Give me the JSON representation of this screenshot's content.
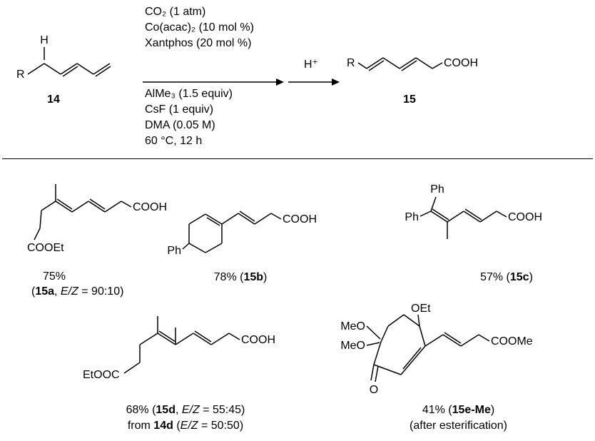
{
  "scheme": {
    "reactant": {
      "r": "R",
      "h": "H",
      "label": "14"
    },
    "arrow": {
      "above": [
        "CO₂ (1 atm)",
        "Co(acac)₂ (10 mol %)",
        "Xantphos (20 mol %)"
      ],
      "below": [
        "AlMe₃ (1.5 equiv)",
        "CsF (1 equiv)",
        "DMA (0.05 M)",
        "60 °C, 12 h"
      ]
    },
    "second_step": "H⁺",
    "product": {
      "r": "R",
      "cooh": "COOH",
      "label": "15"
    }
  },
  "scope": {
    "a": {
      "cooh": "COOH",
      "cooet": "COOEt",
      "yield": "75%",
      "open": "(",
      "id": "15a",
      "sep": ", ",
      "ez": "E/Z",
      "value": " = 90:10)"
    },
    "b": {
      "ph": "Ph",
      "cooh": "COOH",
      "prefix": "78% (",
      "id": "15b",
      "close": ")"
    },
    "c": {
      "ph_top": "Ph",
      "ph_left": "Ph",
      "cooh": "COOH",
      "prefix": "57% (",
      "id": "15c",
      "close": ")"
    },
    "d": {
      "etooc": "EtOOC",
      "cooh": "COOH",
      "prefix": "68% (",
      "id": "15d",
      "sep": ", ",
      "ez": "E/Z",
      "value": " = 55:45)",
      "from_prefix": "from ",
      "from_id": "14d",
      "from_open": " (",
      "from_ez": "E/Z",
      "from_value": " = 50:50)"
    },
    "e": {
      "meo_top": "MeO",
      "meo_bottom": "MeO",
      "oet": "OEt",
      "o": "O",
      "coome": "COOMe",
      "prefix": "41% (",
      "id": "15e-Me",
      "close": ")",
      "note": "(after esterification)"
    }
  }
}
